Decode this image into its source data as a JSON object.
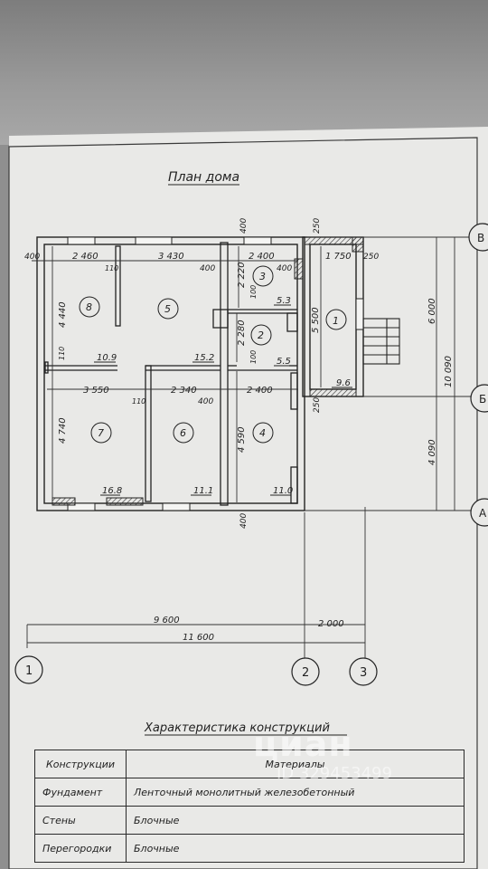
{
  "plan": {
    "title": "План дома",
    "overall_dims": {
      "total": "11 600",
      "main": "9 600",
      "porch": "2 000"
    },
    "axes": {
      "n1": "1",
      "n2": "2",
      "n3": "3",
      "letterB": "В",
      "letterB2": "Б",
      "letterA": "А"
    },
    "side_dims": {
      "d6000": "6 000",
      "d10090": "10 090",
      "d4090": "4 090",
      "d5500": "5 500",
      "d4440": "4 440",
      "d4740": "4 740",
      "d4590": "4 590",
      "d2280": "2 280",
      "d2220": "2 220"
    },
    "top_dims": {
      "d400a": "400",
      "d2460": "2 460",
      "d3430": "3 430",
      "d400b": "400",
      "d2400a": "2 400",
      "d400c": "400",
      "d1750": "1 750",
      "d250a": "250",
      "d250b": "250",
      "d110a": "110",
      "d400v": "400"
    },
    "mid_dims": {
      "d3550": "3 550",
      "d110b": "110",
      "d2340": "2 340",
      "d400d": "400",
      "d2400b": "2 400",
      "d250c": "250",
      "d110c": "110",
      "d100a": "100",
      "d100b": "100",
      "d400e": "400"
    },
    "rooms": [
      {
        "num": "1",
        "area": "9.6"
      },
      {
        "num": "2",
        "area": "5.5"
      },
      {
        "num": "3",
        "area": "5.3"
      },
      {
        "num": "4",
        "area": "11.0"
      },
      {
        "num": "5",
        "area": "15.2"
      },
      {
        "num": "6",
        "area": "11.1"
      },
      {
        "num": "7",
        "area": "16.8"
      },
      {
        "num": "8",
        "area": "10.9"
      }
    ]
  },
  "spec": {
    "title": "Характеристика конструкций",
    "header": {
      "col1": "Конструкции",
      "col2": "Материалы"
    },
    "rows": [
      {
        "name": "Фундамент",
        "material": "Ленточный монолитный железобетонный"
      },
      {
        "name": "Стены",
        "material": "Блочные"
      },
      {
        "name": "Перегородки",
        "material": "Блочные"
      }
    ]
  },
  "watermark": {
    "logo": "циан",
    "id": "ID 329453499"
  }
}
